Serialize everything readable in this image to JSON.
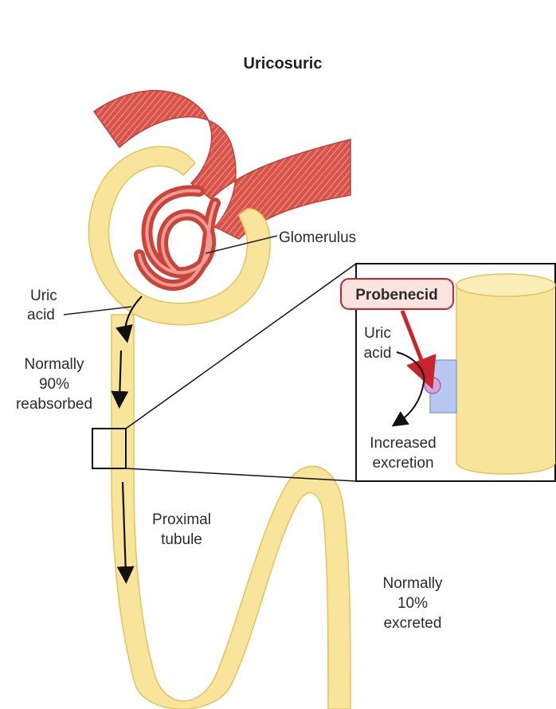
{
  "title": "Uricosuric",
  "labels": {
    "glomerulus": "Glomerulus",
    "uric_acid_left": [
      "Uric",
      "acid"
    ],
    "reabsorbed": [
      "Normally",
      "90%",
      "reabsorbed"
    ],
    "proximal_tubule": [
      "Proximal",
      "tubule"
    ],
    "excreted": [
      "Normally",
      "10%",
      "excreted"
    ]
  },
  "inset": {
    "drug": "Probenecid",
    "uric_acid": [
      "Uric",
      "acid"
    ],
    "increased_excretion": [
      "Increased",
      "excretion"
    ]
  },
  "colors": {
    "tubule_fill": "#f8e49a",
    "tubule_edge": "#e2c35c",
    "vessel_fill": "#d9534a",
    "vessel_stripe": "#e98a80",
    "drug_arrow": "#c7242b",
    "drug_box_fill": "#fbe3e0",
    "transporter": "#b8c7ef",
    "uric_dot": "#d9a3e0"
  }
}
